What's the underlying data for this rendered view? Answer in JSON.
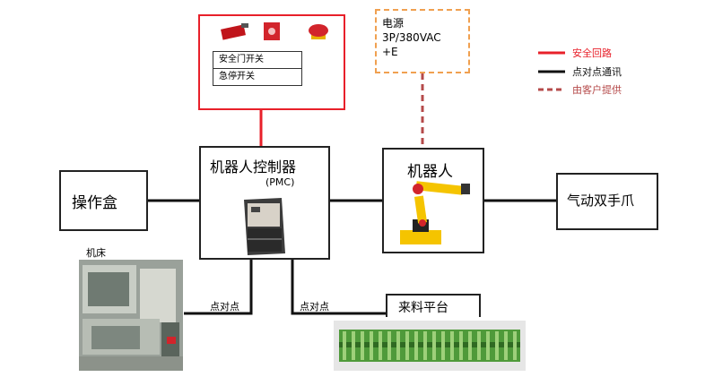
{
  "safety": {
    "door_switch": "安全门开关",
    "estop_switch": "急停开关"
  },
  "power": {
    "line1": "电源",
    "line2": "3P/380VAC",
    "line3": "+E"
  },
  "legend": {
    "safety_loop": "安全回路",
    "p2p_comm": "点对点通讯",
    "customer_provided": "由客户提供",
    "colors": {
      "safety": "#e8202a",
      "comm": "#111111",
      "customer": "#b54a4a",
      "power_border": "#f0a050"
    }
  },
  "nodes": {
    "controller_title": "机器人控制器",
    "controller_sub": "(PMC)",
    "robot": "机器人",
    "gripper": "气动双手爪",
    "operator_box": "操作盒",
    "machine_tool": "机床",
    "feed_platform": "来料平台"
  },
  "links": {
    "p2p_left": "点对点",
    "p2p_bottom": "点对点"
  }
}
